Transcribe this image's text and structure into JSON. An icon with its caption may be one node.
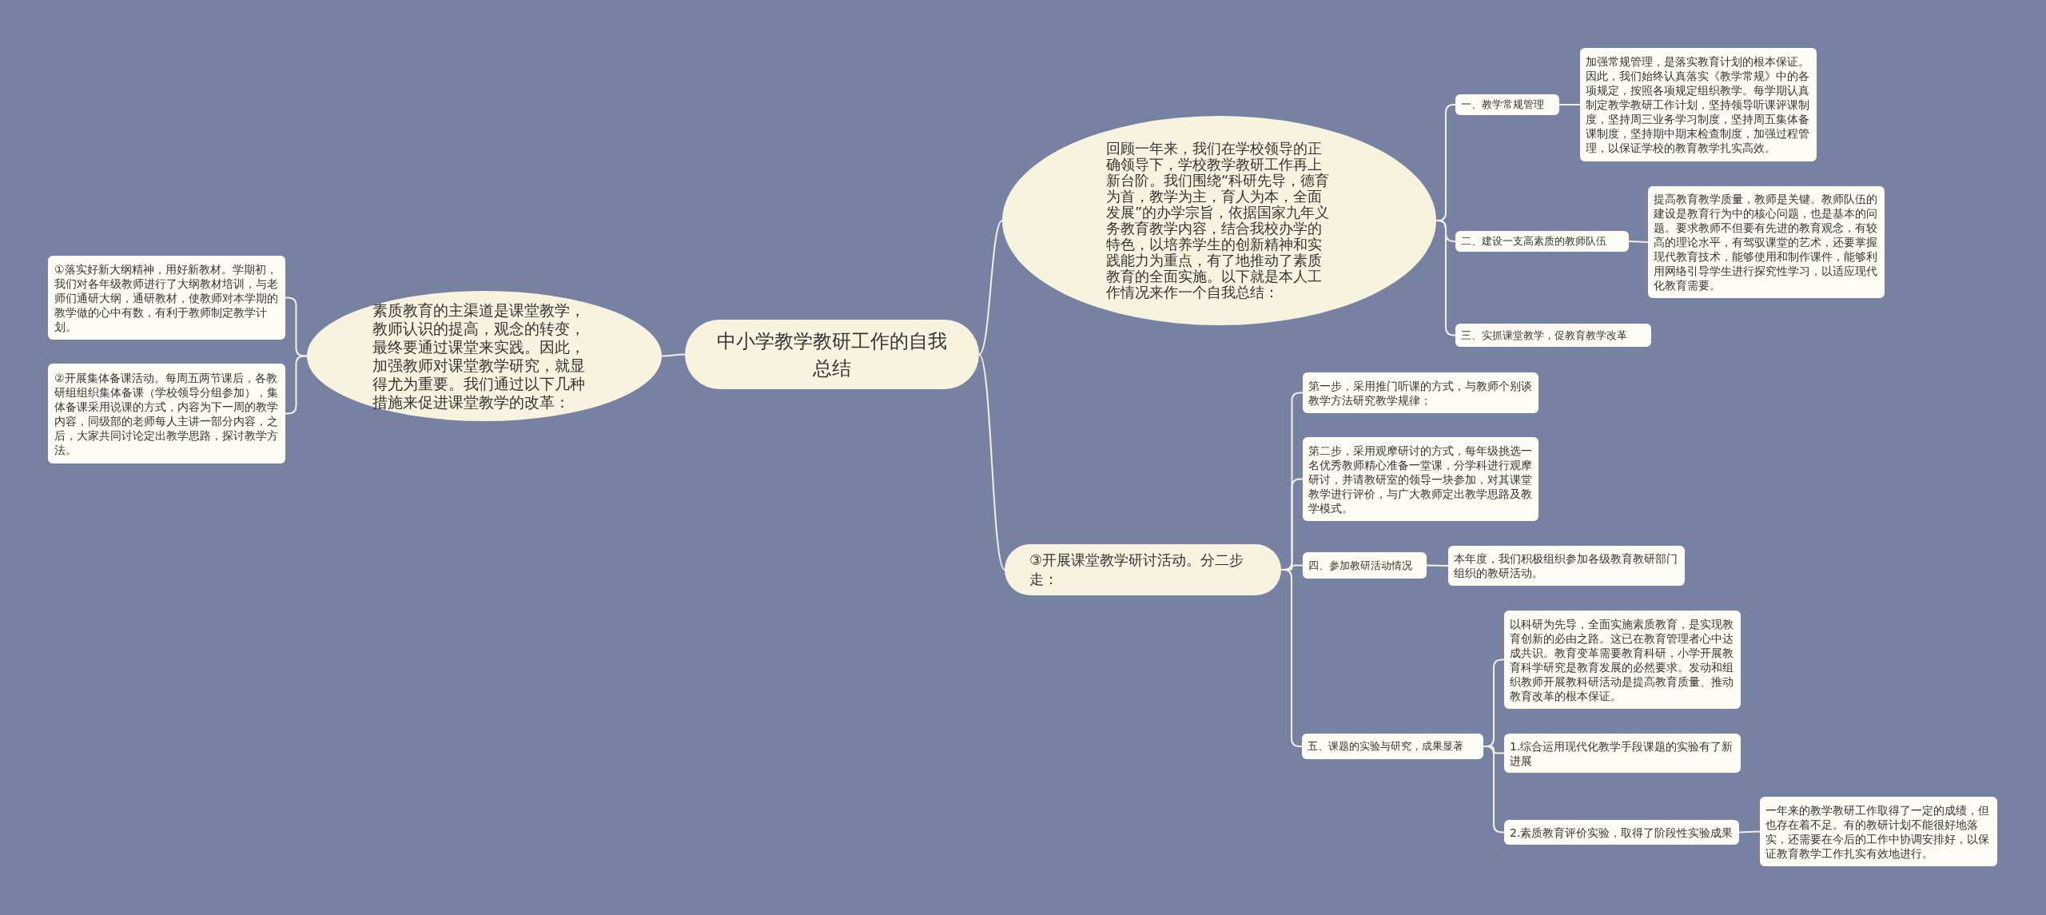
{
  "diagram": {
    "nodes": [
      {
        "text": [
          "中小学教学教研工作的自我总结"
        ]
      },
      {
        "text": [
          "素质教育的主渠道是课堂教学，教师认识的提高，观念的转变，最终要通过课堂来实践。因此，加强教师对课堂教学研究，就显得尤为重要。我们通过以下几种措施来促进课堂教学的改革："
        ]
      },
      {
        "text": [
          "①落实好新大纲精神，用好新教材。学期初，我们对各年级教师进行了大纲教材培训，与老师们通研大纲，通研教材，使教师对本学期的教学做的心中有数，有利于教师制定教学计划。"
        ]
      },
      {
        "text": [
          "②开展集体备课活动。每周五两节课后，各教研组组织集体备课（学校领导分组参加），集体备课采用说课的方式，内容为下一周的教学内容，同级部的老师每人主讲一部分内容，之后，大家共同讨论定出教学思路，探讨教学方法。"
        ]
      },
      {
        "text": [
          "回顾一年来，我们在学校领导的正确领导下，学校教学教研工作再上新台阶。我们围绕“科研先导，德育为首，教学为主，育人为本，全面发展”的办学宗旨，依据国家九年义务教育教学内容，结合我校办学的特色，以培养学生的创新精神和实践能力为重点，有了地推动了素质教育的全面实施。以下就是本人工作情况来作一个自我总结："
        ]
      },
      {
        "text": [
          "一、教学常规管理"
        ]
      },
      {
        "text": [
          "加强常规管理，是落实教育计划的根本保证。因此，我们始终认真落实《教学常规》中的各项规定，按照各项规定组织教学。每学期认真制定教学教研工作计划，坚持领导听课评课制度，坚持周三业务学习制度，坚持周五集体备课制度，坚持期中期末检查制度，加强过程管理，以保证学校的教育教学扎实高效。"
        ]
      },
      {
        "text": [
          "二、建设一支高素质的教师队伍"
        ]
      },
      {
        "text": [
          "提高教育教学质量，教师是关键。教师队伍的建设是教育行为中的核心问题，也是基本的问题。要求教师不但要有先进的教育观念，有较高的理论水平，有驾驭课堂的艺术，还要掌握现代教育技术，能够使用和制作课件，能够利用网络引导学生进行探究性学习，以适应现代化教育需要。"
        ]
      },
      {
        "text": [
          "三、实抓课堂教学，促教育教学改革"
        ]
      },
      {
        "text": [
          "③开展课堂教学研讨活动。分二步走："
        ]
      },
      {
        "text": [
          "第一步，采用推门听课的方式，与教师个别谈教学方法研究教学规律；"
        ]
      },
      {
        "text": [
          "第二步，采用观摩研讨的方式，每年级挑选一名优秀教师精心准备一堂课，分学科进行观摩研讨，并请教研室的领导一块参加，对其课堂教学进行评价，与广大教师定出教学思路及教学模式。"
        ]
      },
      {
        "text": [
          "四、参加教研活动情况"
        ]
      },
      {
        "text": [
          "本年度，我们积极组织参加各级教育教研部门组织的教研活动。"
        ]
      },
      {
        "text": [
          "五、课题的实验与研究，成果显著"
        ]
      },
      {
        "text": [
          "以科研为先导，全面实施素质教育，是实现教育创新的必由之路。这已在教育管理者心中达成共识。教育变革需要教育科研，小学开展教育科学研究是教育发展的必然要求。发动和组织教师开展教科研活动是提高教育质量、推动教育改革的根本保证。"
        ]
      },
      {
        "text": [
          "1.综合运用现代化教学手段课题的实验有了新进展"
        ]
      },
      {
        "text": [
          "2.素质教育评价实验，取得了阶段性实验成果"
        ]
      },
      {
        "text": [
          "一年来的教学教研工作取得了一定的成绩，但也存在着不足。有的教研计划不能很好地落实，还需要在今后的工作中协调安排好，以保证教育教学工作扎实有效地进行。"
        ]
      }
    ],
    "edges": [
      {
        "from": 0,
        "to": 1,
        "arrow": "none"
      },
      {
        "from": 1,
        "to": 2,
        "arrow": "none"
      },
      {
        "from": 1,
        "to": 3,
        "arrow": "none"
      },
      {
        "from": 0,
        "to": 4,
        "arrow": "none"
      },
      {
        "from": 4,
        "to": 5,
        "arrow": "none"
      },
      {
        "from": 5,
        "to": 6,
        "arrow": "none"
      },
      {
        "from": 4,
        "to": 7,
        "arrow": "none"
      },
      {
        "from": 7,
        "to": 8,
        "arrow": "none"
      },
      {
        "from": 4,
        "to": 9,
        "arrow": "none"
      },
      {
        "from": 0,
        "to": 10,
        "arrow": "none"
      },
      {
        "from": 10,
        "to": 11,
        "arrow": "none"
      },
      {
        "from": 10,
        "to": 12,
        "arrow": "none"
      },
      {
        "from": 10,
        "to": 13,
        "arrow": "none"
      },
      {
        "from": 13,
        "to": 14,
        "arrow": "none"
      },
      {
        "from": 10,
        "to": 15,
        "arrow": "none"
      },
      {
        "from": 15,
        "to": 16,
        "arrow": "none"
      },
      {
        "from": 15,
        "to": 17,
        "arrow": "none"
      },
      {
        "from": 15,
        "to": 18,
        "arrow": "none"
      },
      {
        "from": 18,
        "to": 19,
        "arrow": "none"
      }
    ]
  }
}
